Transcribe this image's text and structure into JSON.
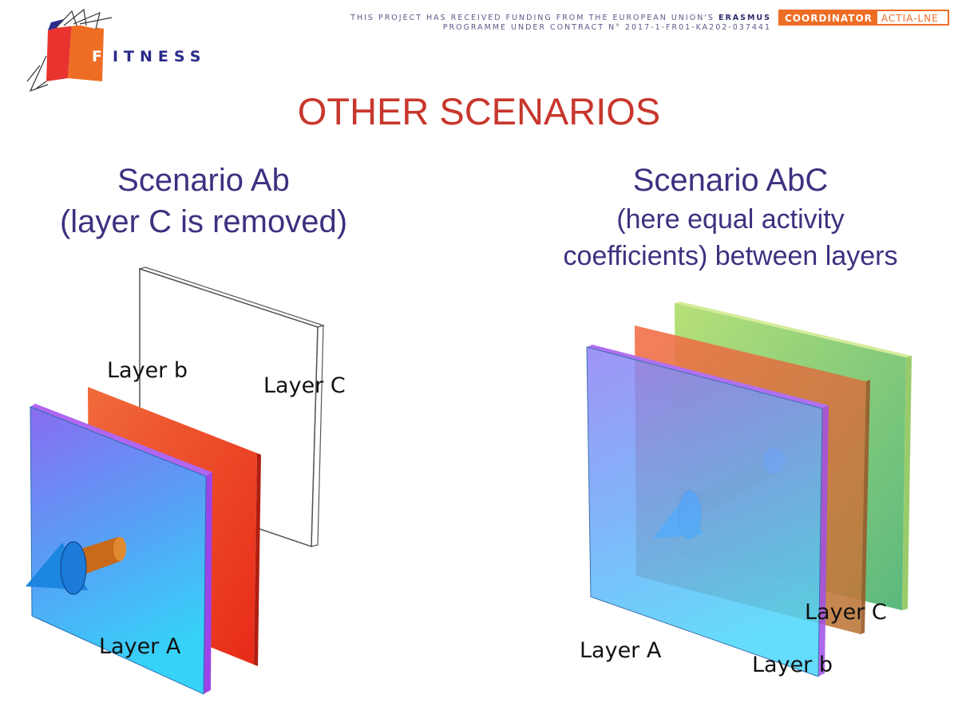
{
  "header": {
    "logo_initial": "F",
    "logo_rest": "ITNESS",
    "funding_line1_prefix": "THIS PROJECT HAS RECEIVED FUNDING FROM THE EUROPEAN UNION'S",
    "funding_line1_bold": "ERASMUS",
    "funding_line2": "PROGRAMME UNDER CONTRACT N° 2017-1-FR01-KA202-037441",
    "coordinator_label": "COORDINATOR",
    "coordinator_name": "ACTIA-LNE"
  },
  "slide": {
    "title": "OTHER SCENARIOS"
  },
  "left": {
    "heading_line1": "Scenario Ab",
    "heading_line2": "(layer C is removed)",
    "labels": {
      "layer_b": "Layer b",
      "layer_c": "Layer C",
      "layer_a": "Layer A"
    }
  },
  "right": {
    "heading_line1": "Scenario AbC",
    "heading_line2": "(here equal activity",
    "heading_line3": "coefficients) between layers",
    "labels": {
      "layer_c": "Layer C",
      "layer_a": "Layer A",
      "layer_b": "Layer b"
    }
  },
  "colors": {
    "title": "#c8372d",
    "heading": "#3b3280",
    "accent_orange": "#ee6d24",
    "logo_navy": "#2b2b8c"
  }
}
